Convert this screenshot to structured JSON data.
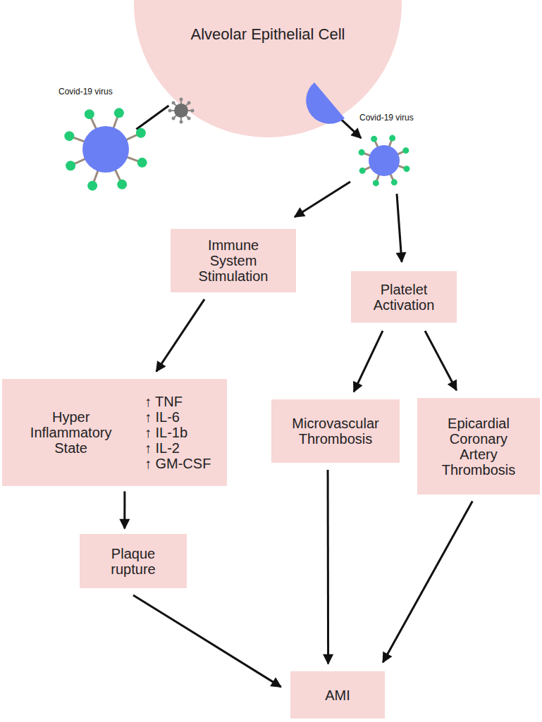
{
  "diagram": {
    "nodes": [
      {
        "text": [
          "Alveolar Epithelial Cell"
        ]
      },
      {
        "text": [
          "Covid-19 virus"
        ]
      },
      {
        "text": [
          "Covid-19 virus"
        ]
      },
      {
        "text": [
          "Immune System Stimulation"
        ]
      },
      {
        "text": [
          "Platelet Activation"
        ]
      },
      {
        "text": [
          "Hyper Inflammatory State",
          "↑ TNF",
          "↑ IL-6",
          "↑ IL-1b",
          "↑ IL-2",
          "↑ GM-CSF"
        ]
      },
      {
        "text": [
          "Microvascular Thrombosis"
        ]
      },
      {
        "text": [
          "Epicardial Coronary Artery Thrombosis"
        ]
      },
      {
        "text": [
          "Plaque rupture"
        ]
      },
      {
        "text": [
          "AMI"
        ]
      }
    ],
    "edges": [
      {
        "from": 1,
        "to": 0,
        "arrow": "none"
      },
      {
        "from": 0,
        "to": 2,
        "arrow": "to"
      },
      {
        "from": 2,
        "to": 3,
        "arrow": "to"
      },
      {
        "from": 2,
        "to": 4,
        "arrow": "to"
      },
      {
        "from": 3,
        "to": 5,
        "arrow": "to"
      },
      {
        "from": 4,
        "to": 6,
        "arrow": "to"
      },
      {
        "from": 4,
        "to": 7,
        "arrow": "to"
      },
      {
        "from": 5,
        "to": 8,
        "arrow": "to"
      },
      {
        "from": 8,
        "to": 9,
        "arrow": "to"
      },
      {
        "from": 6,
        "to": 9,
        "arrow": "to"
      },
      {
        "from": 7,
        "to": 9,
        "arrow": "to"
      }
    ]
  }
}
